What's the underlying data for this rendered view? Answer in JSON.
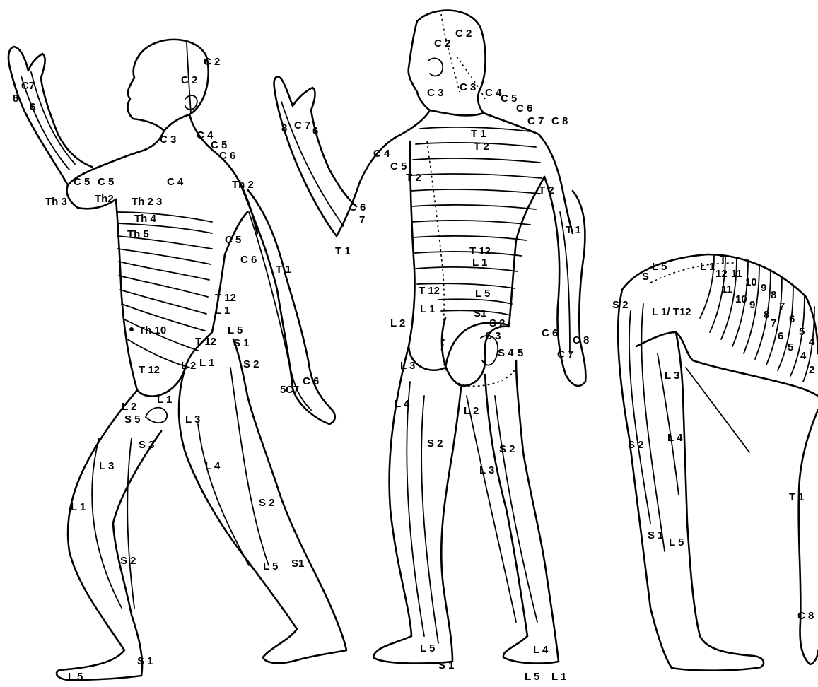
{
  "figures": [
    {
      "id": "front",
      "labels": [
        "C 2",
        "C 2",
        "C 3",
        "C 4",
        "C 5",
        "C 6",
        "C7",
        "8",
        "6",
        "C 5",
        "C 5",
        "C 4",
        "Th 3",
        "Th2",
        "Th 2 3",
        "Th 2",
        "Th 4",
        "Th 5",
        "C 5",
        "C 6",
        "T 1",
        "T 12",
        "L 1",
        "Th 10",
        "L 5",
        "T 12",
        "S 1",
        "S 2",
        "L 1",
        "T 12",
        "L 2",
        "L 1",
        "L 2",
        "S 5",
        "L 3",
        "S 3",
        "L 3",
        "L 4",
        "L 1",
        "S 2",
        "S 2",
        "L 5",
        "S1",
        "C7",
        "C 6",
        "5",
        "S 1",
        "L 5"
      ]
    },
    {
      "id": "back",
      "labels": [
        "C 2",
        "C 2",
        "C 3",
        "C 3",
        "C 4",
        "C 5",
        "C 6",
        "C 7",
        "C 8",
        "T 1",
        "T 2",
        "C 4",
        "C 5",
        "8",
        "C 7",
        "6",
        "T 2",
        "T 2",
        "T 1",
        "C 6",
        "7",
        "T 1",
        "T 12",
        "L 1",
        "T 12",
        "L 5",
        "L 1",
        "S1",
        "L 2",
        "S 2",
        "S 3",
        "S 4",
        "5",
        "C 6",
        "C 8",
        "C 7",
        "L 3",
        "L 4",
        "L 2",
        "S 2",
        "S 2",
        "L 3",
        "L 5",
        "L 4",
        "S 1",
        "L 5",
        "L 1"
      ]
    },
    {
      "id": "bent",
      "labels": [
        "L 5",
        "S",
        "L 1",
        "T",
        "12",
        "11",
        "10",
        "9",
        "11",
        "10",
        "9",
        "8",
        "7",
        "8",
        "7",
        "6",
        "6",
        "5",
        "5",
        "4",
        "4",
        "2",
        "S 2",
        "L 1/ T12",
        "L 3",
        "L 4",
        "S 2",
        "S 1",
        "L 5",
        "T 1",
        "C 8"
      ]
    }
  ]
}
